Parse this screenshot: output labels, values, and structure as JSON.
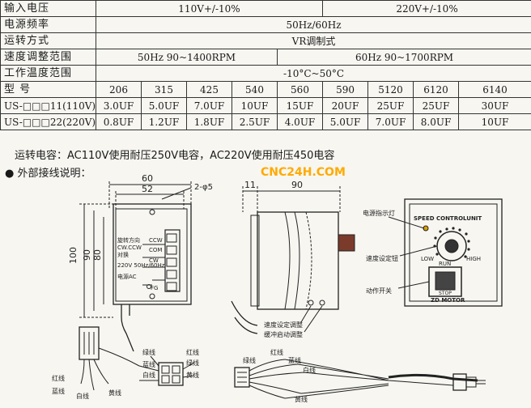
{
  "spec": {
    "rows": [
      {
        "label": "输入电压",
        "v1": "110V+/-10%",
        "v2": "220V+/-10%"
      },
      {
        "label": "电源频率",
        "v": "50Hz/60Hz"
      },
      {
        "label": "运转方式",
        "v": "VR调制式"
      },
      {
        "label": "速度调整范围",
        "v1": "50Hz  90~1400RPM",
        "v2": "60Hz  90~1700RPM"
      },
      {
        "label": "工作温度范围",
        "v": "-10°C~50°C"
      }
    ],
    "model_label": "型      号",
    "models": [
      "206",
      "315",
      "425",
      "540",
      "560",
      "590",
      "5120",
      "6120",
      "6140"
    ],
    "row110_label": "US-□□□11(110V)",
    "row110": [
      "3.0UF",
      "5.0UF",
      "7.0UF",
      "10UF",
      "15UF",
      "20UF",
      "25UF",
      "25UF",
      "30UF"
    ],
    "row220_label": "US-□□□22(220V)",
    "row220": [
      "0.8UF",
      "1.2UF",
      "1.8UF",
      "2.5UF",
      "4.0UF",
      "5.0UF",
      "7.0UF",
      "8.0UF",
      "10UF"
    ]
  },
  "capacitor_note": "运转电容：AC110V使用耐压250V电容，AC220V使用耐压450电容",
  "wiring_title": "● 外部接线说明：",
  "watermark": "CNC24H.COM",
  "drawing": {
    "dim_60": "60",
    "dim_52": "52",
    "dim_hole": "2-φ5",
    "dim_100": "100",
    "dim_90": "90",
    "dim_80": "80",
    "dim_11": "11",
    "dim_90_top": "90",
    "dir_label": "旋转方向",
    "dir_cw": "CW.CCW",
    "dir_switch": "对换",
    "ccw": "CCW",
    "com": "COM",
    "cw": "CW",
    "power_label": "220V 50Hz/60Hz",
    "power_text": "电源AC",
    "fg": "FG",
    "indicator_label": "电源指示灯",
    "speed_setting_label": "速度设定钮",
    "switch_label": "动作开关",
    "speed_adjust": "速度设定调整",
    "buffer_adjust": "缓冲启动调整",
    "panel_title": "SPEED CONTROLUNIT",
    "low": "LOW",
    "high": "HIGH",
    "run": "RUN",
    "stop": "STOP",
    "brand": "ZD MOTOR",
    "green": "绿线",
    "red": "红线",
    "blue": "蓝线",
    "white": "白线",
    "yellow": "黄线"
  }
}
